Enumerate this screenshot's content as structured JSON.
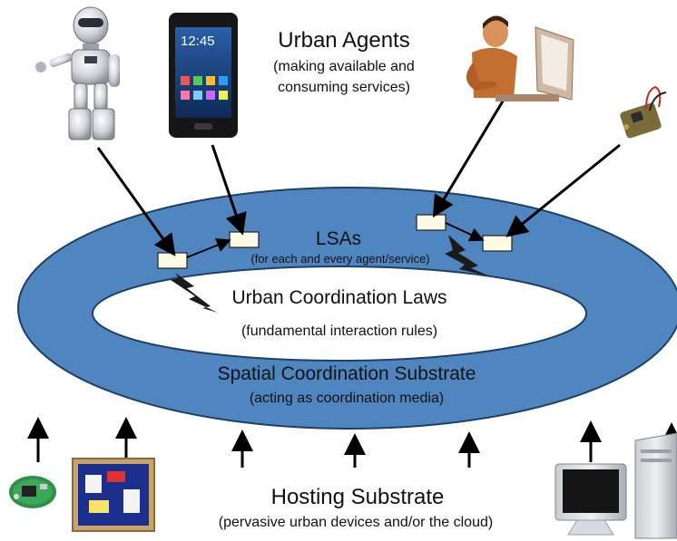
{
  "agents": {
    "title": "Urban Agents",
    "subtitle_line1": "(making available and",
    "subtitle_line2": "consuming services)",
    "icons": [
      "robot-icon",
      "smartphone-icon",
      "person-at-computer-icon",
      "sensor-board-icon"
    ]
  },
  "lsas": {
    "title": "LSAs",
    "subtitle": "(for each and every agent/service)"
  },
  "laws": {
    "title": "Urban Coordination Laws",
    "subtitle": "(fundamental interaction rules)"
  },
  "substrate": {
    "title": "Spatial Coordination Substrate",
    "subtitle": "(acting as coordination media)"
  },
  "hosting": {
    "title": "Hosting Substrate",
    "subtitle": "(pervasive urban devices and/or the cloud)",
    "icons": [
      "sensor-node-icon",
      "display-board-icon",
      "desktop-monitor-icon",
      "tower-computer-icon"
    ]
  },
  "colors": {
    "ring_fill": "#4f86c0",
    "ring_stroke": "#1e3f66",
    "lsa_box": "#fdfbe6",
    "lightning": "#1a1a1a"
  }
}
